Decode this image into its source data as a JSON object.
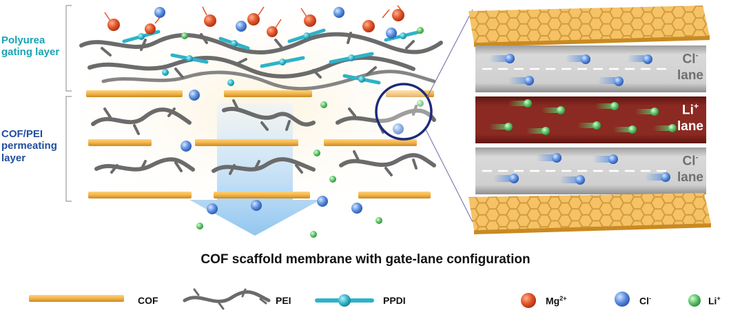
{
  "labels": {
    "gating_line1": "Polyurea",
    "gating_line2": "gating layer",
    "permeating_line1": "COF/PEI",
    "permeating_line2": "permeating",
    "permeating_line3": "layer"
  },
  "caption": "COF scaffold membrane with gate-lane configuration",
  "lanes": [
    {
      "ion": "Cl",
      "charge": "-",
      "word": "lane"
    },
    {
      "ion": "Li",
      "charge": "+",
      "word": "lane"
    },
    {
      "ion": "Cl",
      "charge": "-",
      "word": "lane"
    }
  ],
  "legend": [
    {
      "name": "COF",
      "icon": "cof-sheet-icon"
    },
    {
      "name": "PEI",
      "icon": "pei-chain-icon"
    },
    {
      "name": "PPDI",
      "icon": "ppdi-link-icon"
    },
    {
      "symbol": "Mg",
      "charge": "2+",
      "icon": "mg-ion-icon",
      "color": "#e0542a"
    },
    {
      "symbol": "Cl",
      "charge": "-",
      "icon": "cl-ion-icon",
      "color": "#5b8fe0"
    },
    {
      "symbol": "Li",
      "charge": "+",
      "icon": "li-ion-icon",
      "color": "#5cc76a"
    }
  ],
  "colors": {
    "cof": "#f2b44a",
    "pei": "#6b6b6b",
    "ppdi": "#2db3c9",
    "mg": "#e0542a",
    "cl": "#5b8fe0",
    "li": "#5cc76a",
    "li_lane": "#8b2a22",
    "cl_lane": "#c8c8c8",
    "flow_arrow": "#a9d3f2"
  }
}
